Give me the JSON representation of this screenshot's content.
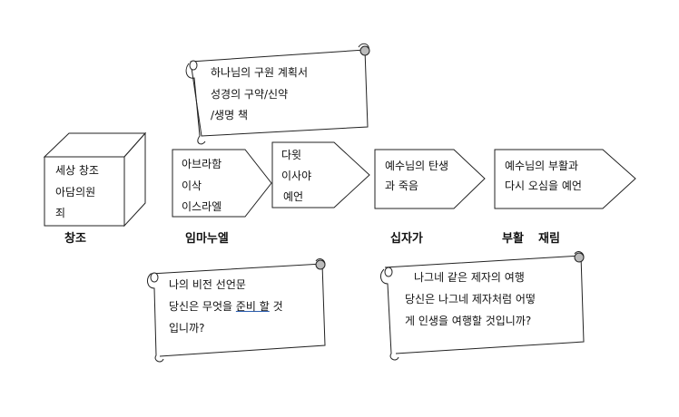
{
  "scroll_top": {
    "lines": [
      "하나님의 구원 계획서",
      "성경의 구약/신약",
      "/생명 책"
    ]
  },
  "cube": {
    "lines": [
      "세상  창조",
      "아담의원",
      "죄"
    ],
    "label": "창조"
  },
  "shape_immanuel": {
    "lines": [
      "아브라함",
      "이삭",
      "이스라엘"
    ],
    "label": "임마누엘"
  },
  "shape_david": {
    "lines": [
      "다윗",
      "이사야",
      "예언"
    ]
  },
  "shape_cross": {
    "lines": [
      "예수님의  탄생",
      "과 죽음"
    ],
    "label": "십자가"
  },
  "shape_resurrection": {
    "lines": [
      "예수님의 부활과",
      "다시 오심을 예언"
    ],
    "label_1": "부활",
    "label_2": "재림"
  },
  "scroll_bottom_left": {
    "line1": "나의 비전 선언문",
    "line2_pre": "당신은 무엇을 ",
    "line2_ul": "준비 할",
    "line2_post": " 것",
    "line3": "입니까?"
  },
  "scroll_bottom_right": {
    "lines": [
      "나그네 같은 제자의 여행",
      "당신은 나그네  제자처럼  어떻",
      "게 인생을 여행할 것입니까?"
    ]
  }
}
